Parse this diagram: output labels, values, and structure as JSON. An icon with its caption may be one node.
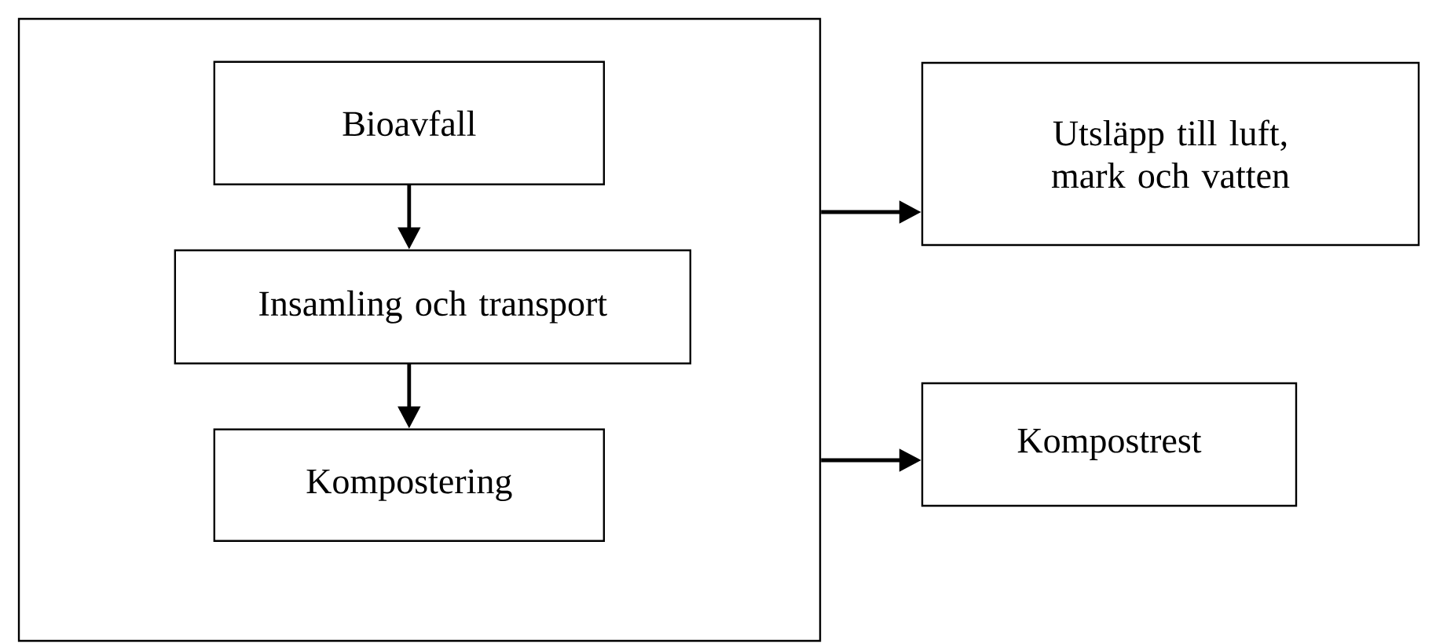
{
  "diagram": {
    "nodes": [
      {
        "text": [],
        "shape": "box"
      },
      {
        "text": [
          "Bioavfall"
        ],
        "in": 0
      },
      {
        "text": [
          "Insamling och transport"
        ],
        "in": 0
      },
      {
        "text": [
          "Kompostering"
        ],
        "in": 0
      },
      {
        "text": [
          "Utsläpp till luft, mark och vatten"
        ]
      },
      {
        "text": [
          "Kompostrest"
        ]
      }
    ],
    "edges": [
      {
        "from": 1,
        "to": 2,
        "arrow": "to"
      },
      {
        "from": 2,
        "to": 3,
        "arrow": "to"
      },
      {
        "from": 0,
        "to": 4,
        "arrow": "to"
      },
      {
        "from": 0,
        "to": 5,
        "arrow": "to"
      }
    ]
  }
}
